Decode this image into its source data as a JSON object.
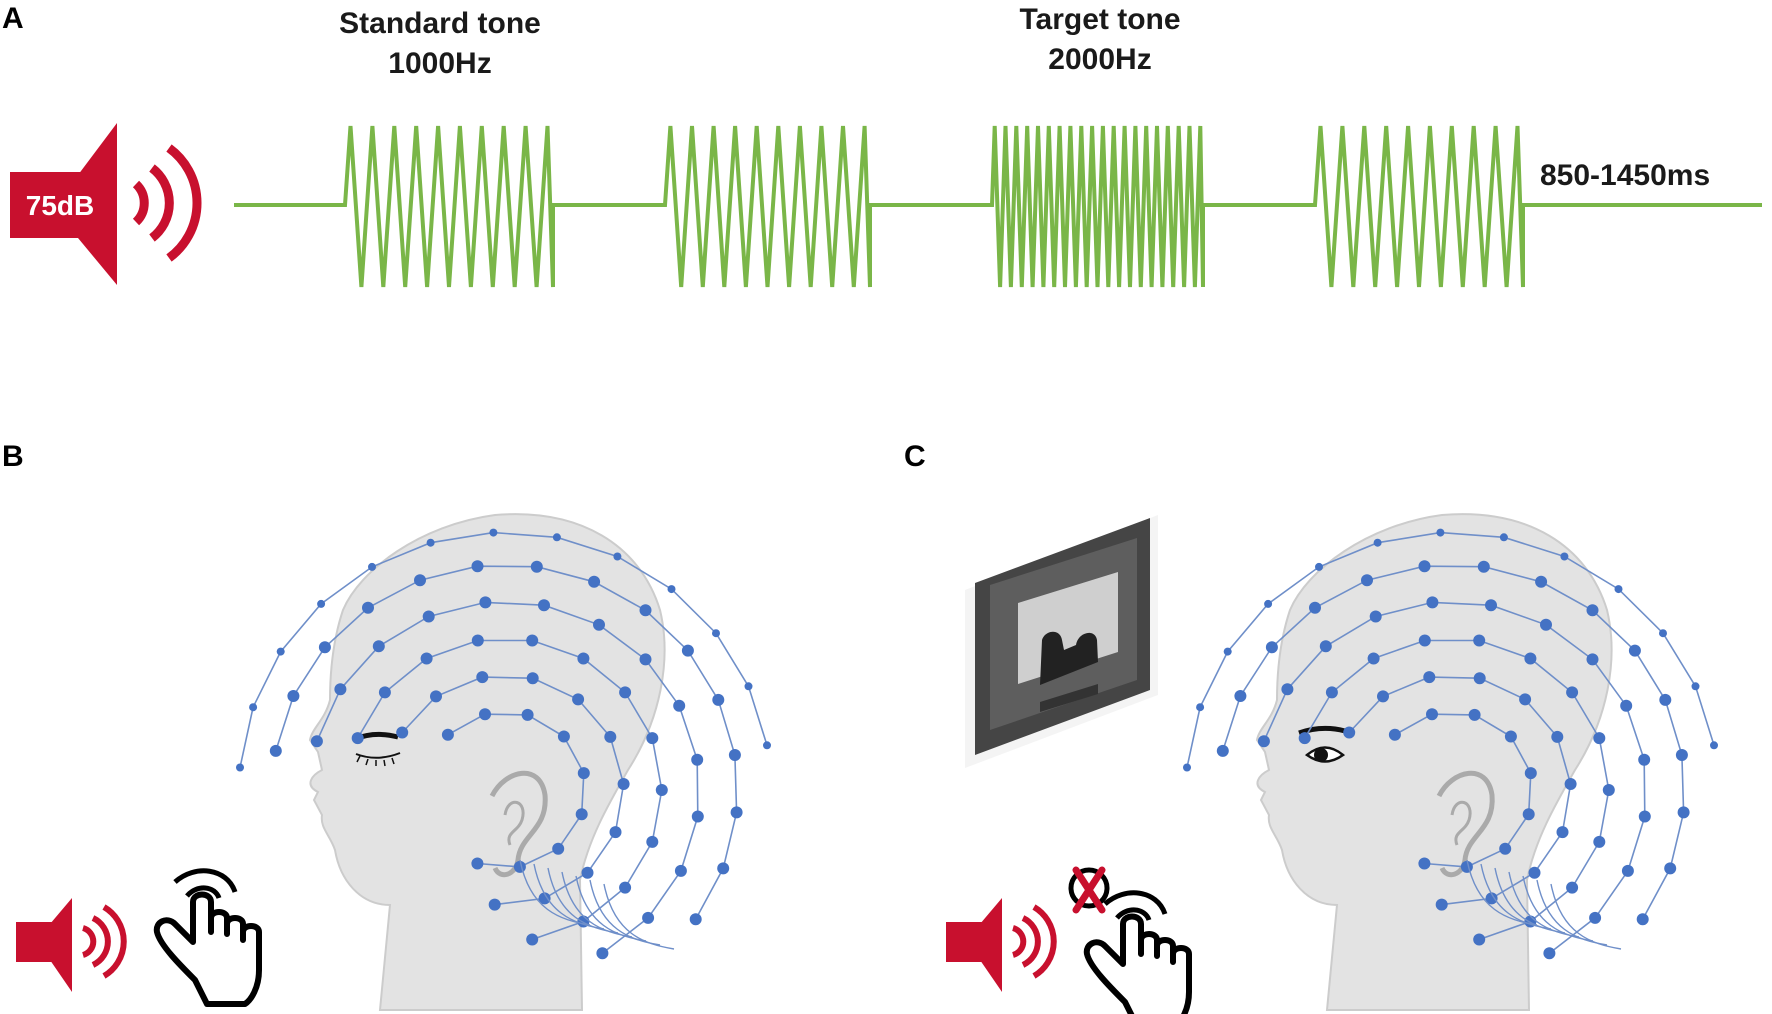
{
  "panels": {
    "a": "A",
    "b": "B",
    "c": "C"
  },
  "panel_a": {
    "volume_label": "75dB",
    "standard_tone": {
      "title": "Standard tone",
      "freq": "1000Hz"
    },
    "target_tone": {
      "title": "Target tone",
      "freq": "2000Hz"
    },
    "interval_label": "850-1450ms",
    "tone_sequence": [
      "standard",
      "standard",
      "target",
      "standard"
    ]
  },
  "colors": {
    "speaker": "#c8102e",
    "waveform": "#7ab648",
    "electrode": "#4472c4",
    "electrode_line": "#6f8fc9",
    "head": "#e3e3e3",
    "head_outline": "#cccccc"
  },
  "icons": {
    "speaker_large": "speaker-icon",
    "speaker_small_b": "speaker-icon",
    "speaker_small_c": "speaker-icon",
    "hand_b": "pointing-hand-icon",
    "hand_c": "pointing-hand-icon",
    "no_press": "cross-icon",
    "tv": "tv-icon",
    "eye_closed": "closed-eye-icon",
    "eye_open": "open-eye-icon"
  }
}
